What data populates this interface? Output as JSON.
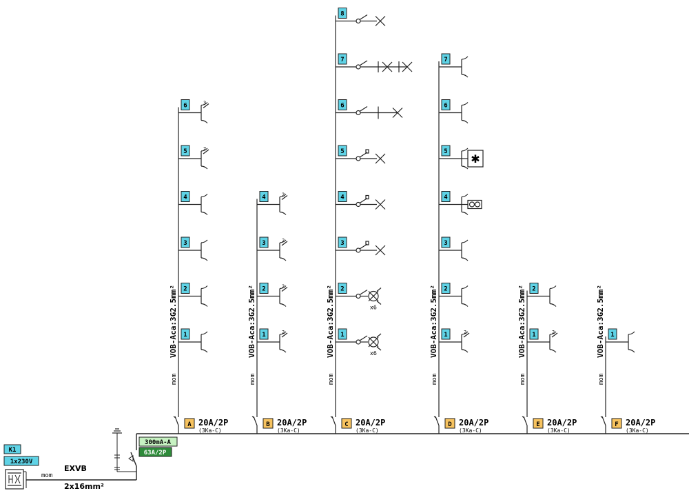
{
  "colors": {
    "line": "#222222",
    "circuit_tag": "#5fd3e6",
    "breaker_tag": "#f7c35f",
    "rcd_light": "#c7f2c2",
    "rcd_dark": "#2e8b3a"
  },
  "supply": {
    "tag": "K1",
    "voltage": "1x230V",
    "cable_type": "EXVB",
    "cable_size": "2x16mm²",
    "install": "mom"
  },
  "rcd": {
    "sensitivity": "300mA-A",
    "rating": "63A/2P"
  },
  "groups": [
    {
      "letter": "A",
      "rating": "20A/2P",
      "curve": "(3Ka-C)",
      "cable": "VOB-Aca:3G2.5mm²",
      "install": "mom",
      "circuits": [
        {
          "n": "1",
          "device": "socket"
        },
        {
          "n": "2",
          "device": "socket"
        },
        {
          "n": "3",
          "device": "socket"
        },
        {
          "n": "4",
          "device": "socket"
        },
        {
          "n": "5",
          "device": "socket2",
          "mult": "2"
        },
        {
          "n": "6",
          "device": "socket2",
          "mult": "3"
        }
      ]
    },
    {
      "letter": "B",
      "rating": "20A/2P",
      "curve": "(3Ka-C)",
      "cable": "VOB-Aca:3G2.5mm²",
      "install": "mom",
      "circuits": [
        {
          "n": "1",
          "device": "socket2",
          "mult": "2"
        },
        {
          "n": "2",
          "device": "socket2",
          "mult": "2"
        },
        {
          "n": "3",
          "device": "socket2",
          "mult": "2"
        },
        {
          "n": "4",
          "device": "socket2",
          "mult": "2"
        }
      ]
    },
    {
      "letter": "C",
      "rating": "20A/2P",
      "curve": "(3Ka-C)",
      "cable": "VOB-Aca:3G2.5mm²",
      "install": "mom",
      "circuits": [
        {
          "n": "1",
          "device": "lampx",
          "count": "x6"
        },
        {
          "n": "2",
          "device": "lampx",
          "count": "x6"
        },
        {
          "n": "3",
          "device": "lamp"
        },
        {
          "n": "4",
          "device": "lamp"
        },
        {
          "n": "5",
          "device": "lamp"
        },
        {
          "n": "6",
          "device": "lampdouble"
        },
        {
          "n": "7",
          "device": "lampdouble2"
        },
        {
          "n": "8",
          "device": "lampsimple"
        }
      ]
    },
    {
      "letter": "D",
      "rating": "20A/2P",
      "curve": "(3Ka-C)",
      "cable": "VOB-Aca:3G2.5mm²",
      "install": "mom",
      "circuits": [
        {
          "n": "1",
          "device": "socket2",
          "mult": "2"
        },
        {
          "n": "2",
          "device": "socket"
        },
        {
          "n": "3",
          "device": "socket"
        },
        {
          "n": "4",
          "device": "socketbox",
          "box": "oo"
        },
        {
          "n": "5",
          "device": "socketbox",
          "box": "✱"
        },
        {
          "n": "6",
          "device": "socket"
        },
        {
          "n": "7",
          "device": "socket"
        }
      ]
    },
    {
      "letter": "E",
      "rating": "20A/2P",
      "curve": "(3Ka-C)",
      "cable": "VOB-Aca:3G2.5mm²",
      "install": "mom",
      "circuits": [
        {
          "n": "1",
          "device": "socket2",
          "mult": "2"
        },
        {
          "n": "2",
          "device": "socket"
        }
      ]
    },
    {
      "letter": "F",
      "rating": "20A/2P",
      "curve": "(3Ka-C)",
      "cable": "VOB-Aca:3G2.5mm²",
      "install": "mom",
      "circuits": [
        {
          "n": "1",
          "device": "socket"
        }
      ]
    }
  ]
}
